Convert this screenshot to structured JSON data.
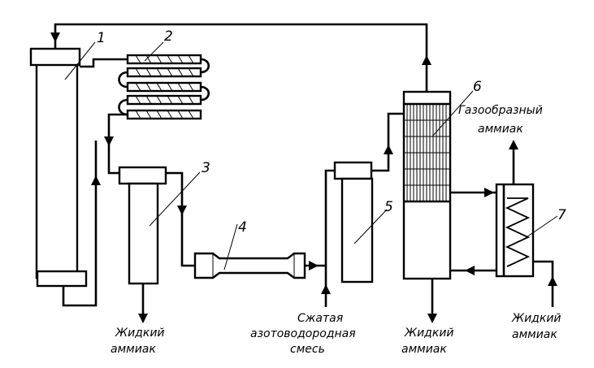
{
  "numbers": {
    "n1": "1",
    "n2": "2",
    "n3": "3",
    "n4": "4",
    "n5": "5",
    "n6": "6",
    "n7": "7"
  },
  "labels": {
    "gaseous_ammonia": [
      "Газообразный",
      "аммиак"
    ],
    "liquid_ammonia_3": [
      "Жидкий",
      "аммиак"
    ],
    "compressed_mix": [
      "Сжатая",
      "азотоводородная",
      "смесь"
    ],
    "liquid_ammonia_6": [
      "Жидкий",
      "аммиак"
    ],
    "liquid_ammonia_7": [
      "Жидкий",
      "аммиак"
    ]
  }
}
